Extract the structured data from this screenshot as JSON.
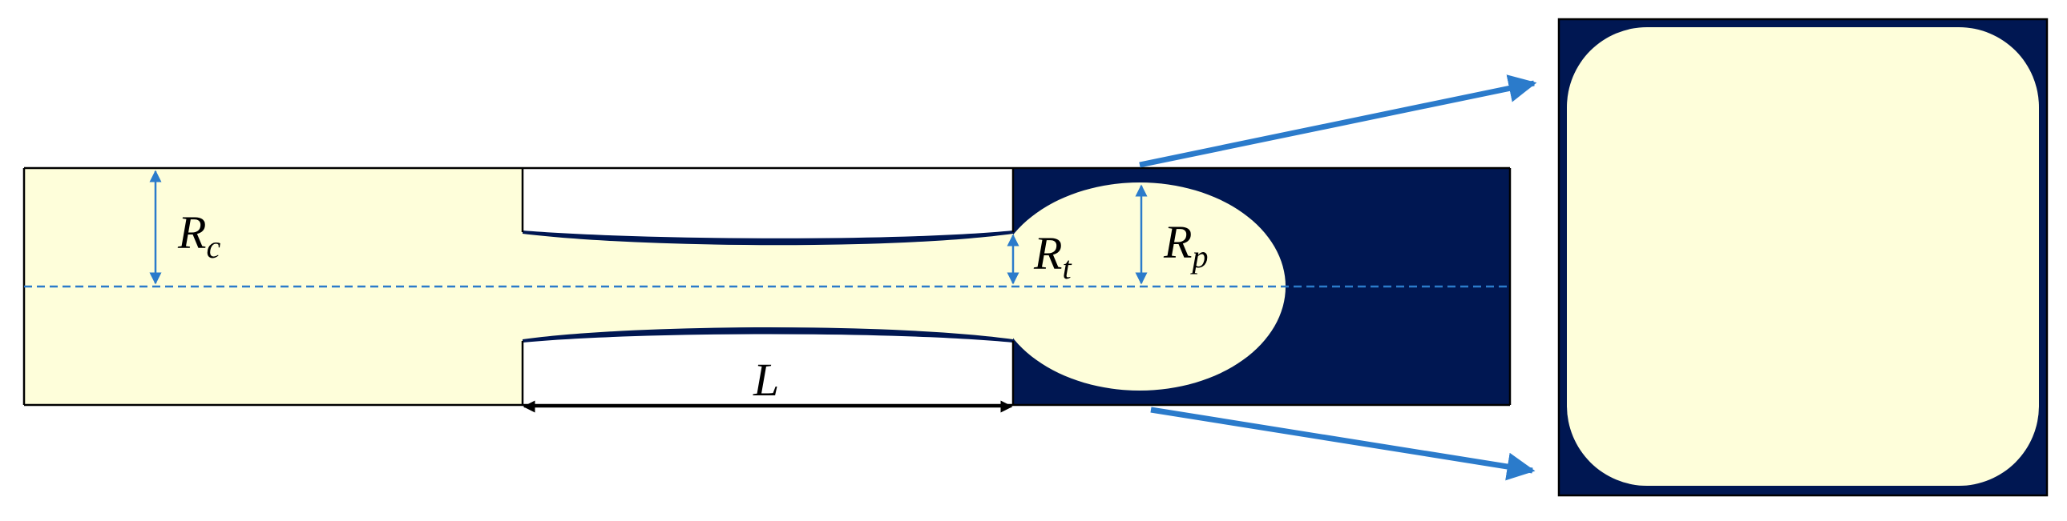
{
  "colors": {
    "fluid": "#FEFEDA",
    "solid": "#001752",
    "outline": "#000000",
    "arrow_blue": "#2B7BCB",
    "background": "#FFFFFF"
  },
  "labels": {
    "Rc": {
      "main": "R",
      "sub": "c"
    },
    "Rt": {
      "main": "R",
      "sub": "t"
    },
    "Rp": {
      "main": "R",
      "sub": "p"
    },
    "L": "L"
  }
}
